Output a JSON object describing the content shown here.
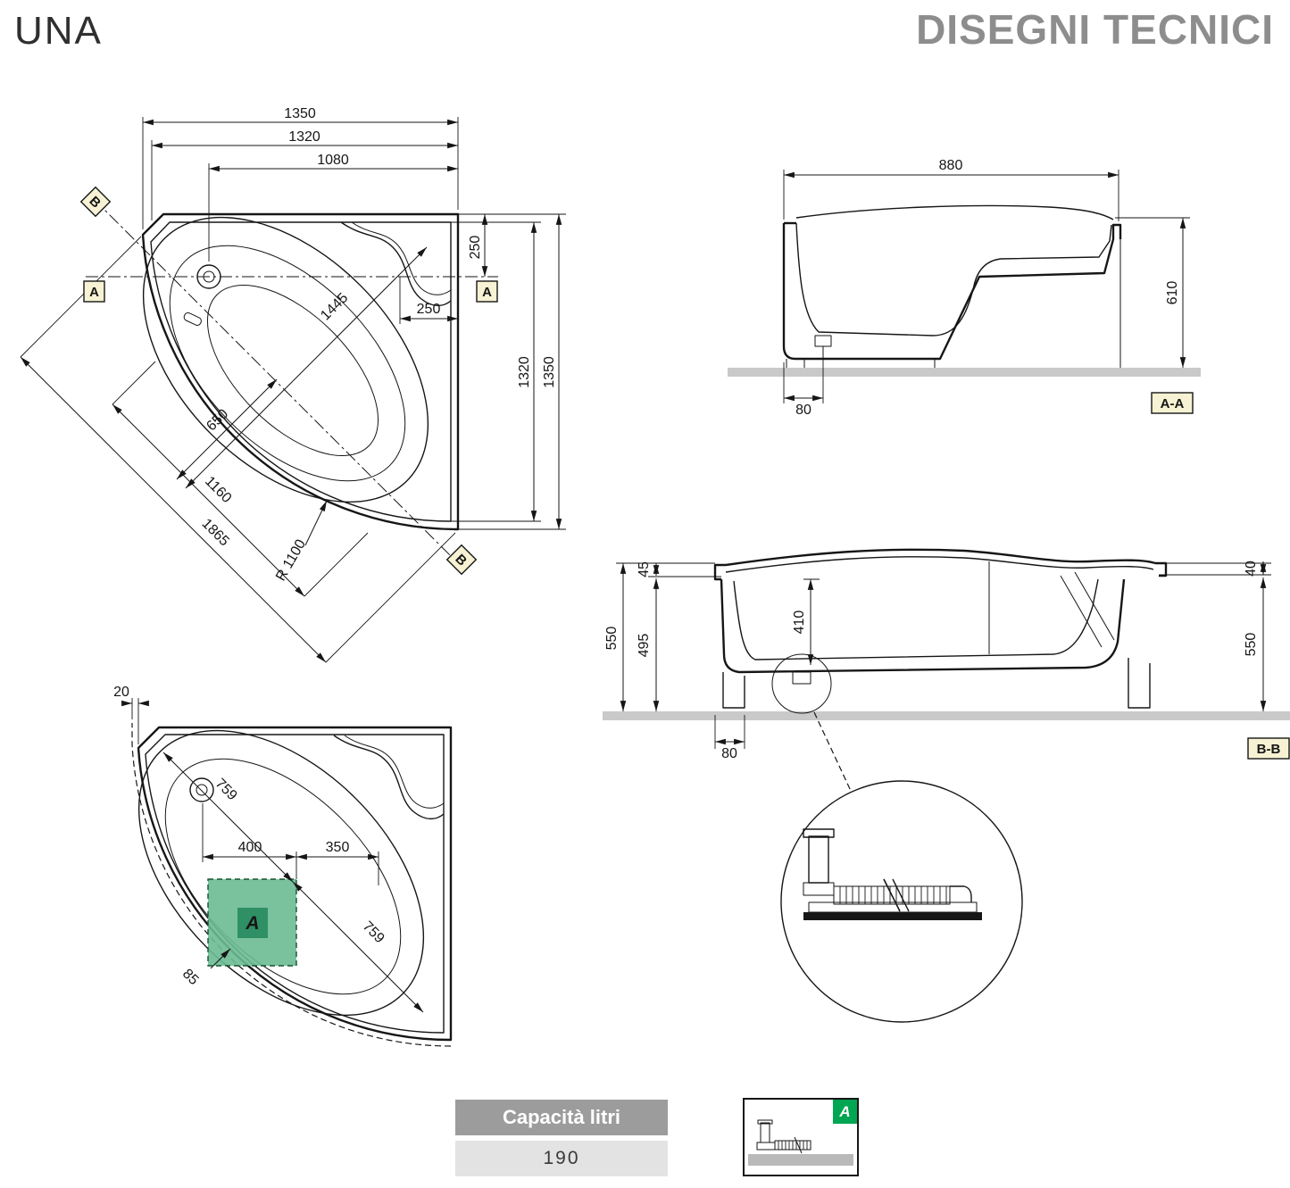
{
  "header": {
    "title": "UNA",
    "subtitle": "DISEGNI TECNICI"
  },
  "plan_top": {
    "dim_width_outer": "1350",
    "dim_width_rim": "1320",
    "dim_width_faucet": "1080",
    "dim_corner_v": "250",
    "dim_corner_h": "250",
    "dim_diag_total": "1445",
    "dim_diag_center": "650",
    "dim_height_rim": "1320",
    "dim_height_outer": "1350",
    "dim_diag_basin": "1160",
    "dim_diag_outer": "1865",
    "dim_radius": "R 1100",
    "marker_b_top": "B",
    "marker_a_left": "A",
    "marker_a_right": "A",
    "marker_b_bottom": "B"
  },
  "section_aa": {
    "dim_width": "880",
    "dim_height": "610",
    "dim_drain_offset": "80",
    "label": "A-A"
  },
  "section_bb": {
    "dim_rim_left": "45",
    "dim_height_left_outer": "550",
    "dim_height_left_inner": "495",
    "dim_depth": "410",
    "dim_rim_right": "40",
    "dim_height_right": "550",
    "dim_drain_offset": "80",
    "label": "B-B"
  },
  "plan_bottom": {
    "dim_offset": "20",
    "dim_diag_upper": "759",
    "dim_area_left": "400",
    "dim_area_width": "350",
    "dim_diag_lower": "759",
    "dim_apron": "85",
    "area_label": "A"
  },
  "capacity": {
    "header": "Capacità litri",
    "value": "190"
  },
  "legend": {
    "label": "A"
  },
  "colors": {
    "green_area": "#6abb92",
    "green_area_dark": "#2f9066",
    "green_badge": "#00a651",
    "marker_bg": "#f6f2d3",
    "ground_gray": "#c9c9c9",
    "table_header_bg": "#9c9c9c",
    "table_value_bg": "#e3e3e3"
  }
}
